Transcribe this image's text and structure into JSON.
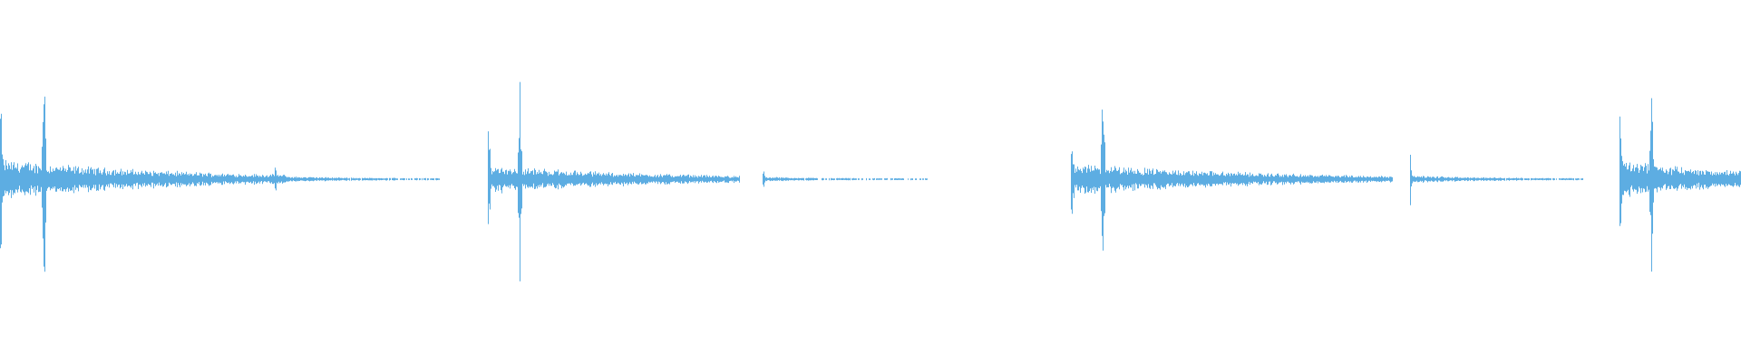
{
  "waveform": {
    "color": "#5dade2",
    "background": "#ffffff",
    "bursts": [
      {
        "start": 0.0,
        "peak_offset": 0.025,
        "amplitude": 0.78,
        "decay": 0.1,
        "length": 0.165
      },
      {
        "start": 0.158,
        "peak_offset": 0.0,
        "amplitude": 0.1,
        "decay": 0.04,
        "length": 0.095
      },
      {
        "start": 0.28,
        "peak_offset": 0.018,
        "amplitude": 0.55,
        "decay": 0.09,
        "length": 0.145
      },
      {
        "start": 0.438,
        "peak_offset": 0.0,
        "amplitude": 0.06,
        "decay": 0.03,
        "length": 0.095
      },
      {
        "start": 0.615,
        "peak_offset": 0.018,
        "amplitude": 0.64,
        "decay": 0.1,
        "length": 0.185
      },
      {
        "start": 0.81,
        "peak_offset": 0.0,
        "amplitude": 0.12,
        "decay": 0.04,
        "length": 0.1
      },
      {
        "start": 0.93,
        "peak_offset": 0.018,
        "amplitude": 0.7,
        "decay": 0.08,
        "length": 0.07
      }
    ]
  }
}
